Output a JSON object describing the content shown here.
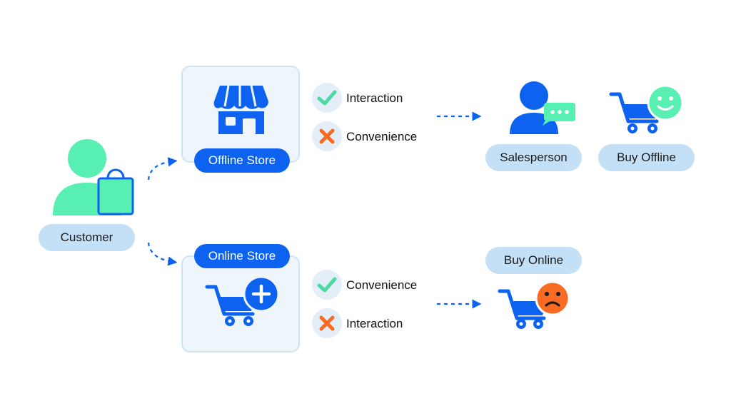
{
  "customer": {
    "label": "Customer"
  },
  "offline": {
    "store_label": "Offline Store",
    "features": [
      {
        "status": "yes",
        "label": "Interaction"
      },
      {
        "status": "no",
        "label": "Convenience"
      }
    ],
    "results": [
      {
        "label": "Salesperson"
      },
      {
        "label": "Buy Offline"
      }
    ]
  },
  "online": {
    "store_label": "Online Store",
    "features": [
      {
        "status": "yes",
        "label": "Convenience"
      },
      {
        "status": "no",
        "label": "Interaction"
      }
    ],
    "results": [
      {
        "label": "Buy Online"
      }
    ]
  },
  "colors": {
    "primary_blue": "#0d63f0",
    "light_blue": "#c4e0f6",
    "mint": "#58efb3",
    "check_green": "#4cd9a2",
    "cross_orange": "#f96a22",
    "sad_orange": "#f96a22"
  },
  "icons": {
    "customer": "customer-with-bag-icon",
    "offline_store": "storefront-icon",
    "online_store": "cart-plus-icon",
    "salesperson": "salesperson-chat-icon",
    "buy_offline": "cart-happy-icon",
    "buy_online": "cart-sad-icon"
  }
}
